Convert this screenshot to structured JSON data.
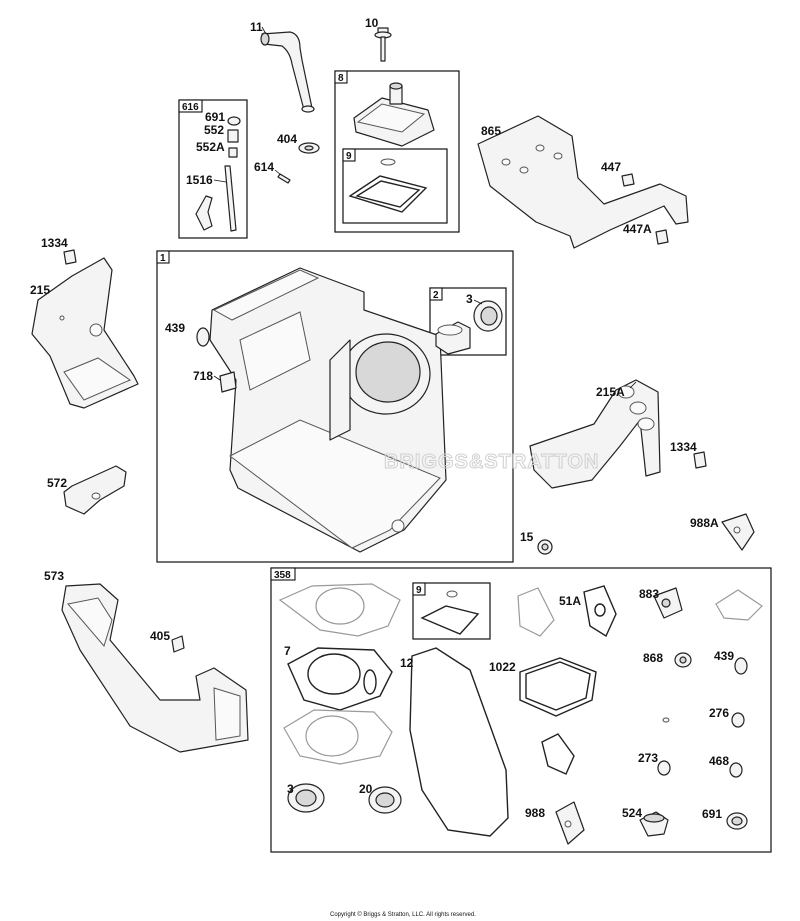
{
  "watermark": "BRIGGS&STRATTON",
  "copyright": "Copyright © Briggs & Stratton, LLC. All rights reserved.",
  "box_tags": {
    "b616": "616",
    "b8": "8",
    "b9top": "9",
    "b1": "1",
    "b2": "2",
    "b358": "358",
    "b9kit": "9"
  },
  "labels": {
    "p11": "11",
    "p10": "10",
    "p691a": "691",
    "p552": "552",
    "p552a": "552A",
    "p1516": "1516",
    "p404": "404",
    "p614": "614",
    "p865": "865",
    "p447": "447",
    "p447a": "447A",
    "p1334a": "1334",
    "p215": "215",
    "p439a": "439",
    "p718": "718",
    "p3a": "3",
    "p215a": "215A",
    "p1334b": "1334",
    "p572": "572",
    "p988a": "988A",
    "p15": "15",
    "p573": "573",
    "p405": "405",
    "p51a": "51A",
    "p883": "883",
    "p7": "7",
    "p12": "12",
    "p1022": "1022",
    "p868": "868",
    "p439b": "439",
    "p276": "276",
    "p273": "273",
    "p468": "468",
    "p3b": "3",
    "p20": "20",
    "p988": "988",
    "p524": "524",
    "p691b": "691"
  }
}
